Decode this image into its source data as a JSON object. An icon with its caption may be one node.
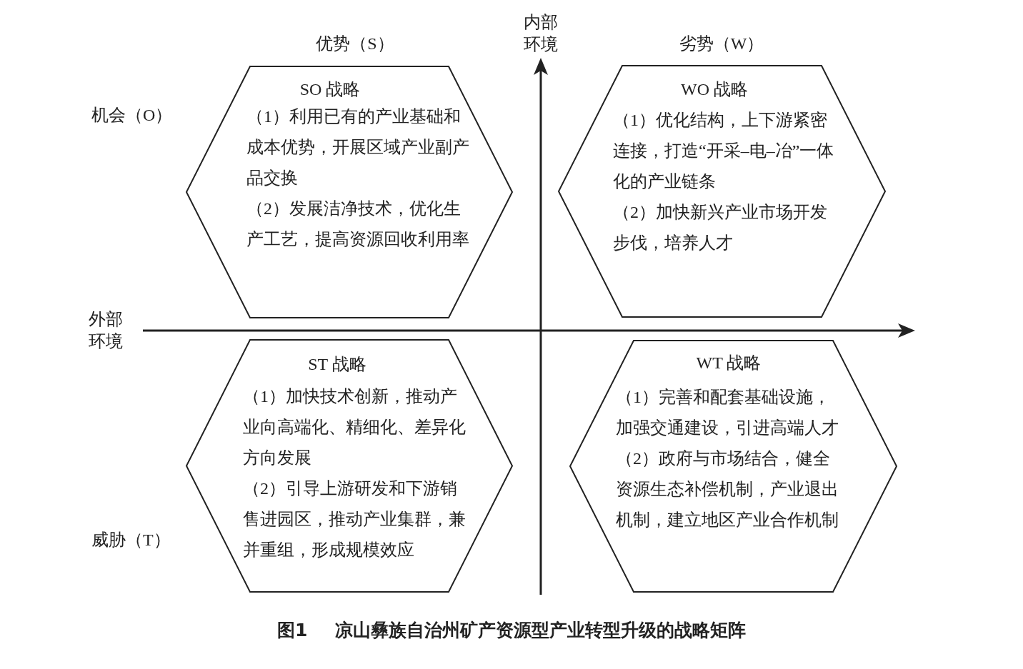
{
  "diagram": {
    "caption": "图1 凉山彝族自治州矿产资源型产业转型升级的战略矩阵",
    "nodes": [
      {
        "text": [
          "SO 战略",
          "（1）利用已有的产业基础和成本优势，开展区域产业副产品交换",
          "（2）发展洁净技术，优化生产工艺，提高资源回收利用率"
        ]
      },
      {
        "text": [
          "WO 战略",
          "（1）优化结构，上下游紧密连接，打造“开采–电–冶”一体化的产业链条",
          "（2）加快新兴产业市场开发步伐，培养人才"
        ]
      },
      {
        "text": [
          "ST 战略",
          "（1）加快技术创新，推动产业向高端化、精细化、差异化方向发展",
          "（2）引导上游研发和下游销售进园区，推动产业集群，兼并重组，形成规模效应"
        ]
      },
      {
        "text": [
          "WT 战略",
          "（1）完善和配套基础设施，加强交通建设，引进高端人才",
          "（2）政府与市场结合，健全资源生态补偿机制，产业退出机制，建立地区产业合作机制"
        ]
      }
    ],
    "labels": [
      "内部环境",
      "优势（S）",
      "劣势（W）",
      "机会（O）",
      "外部环境",
      "威胁（T）"
    ]
  }
}
